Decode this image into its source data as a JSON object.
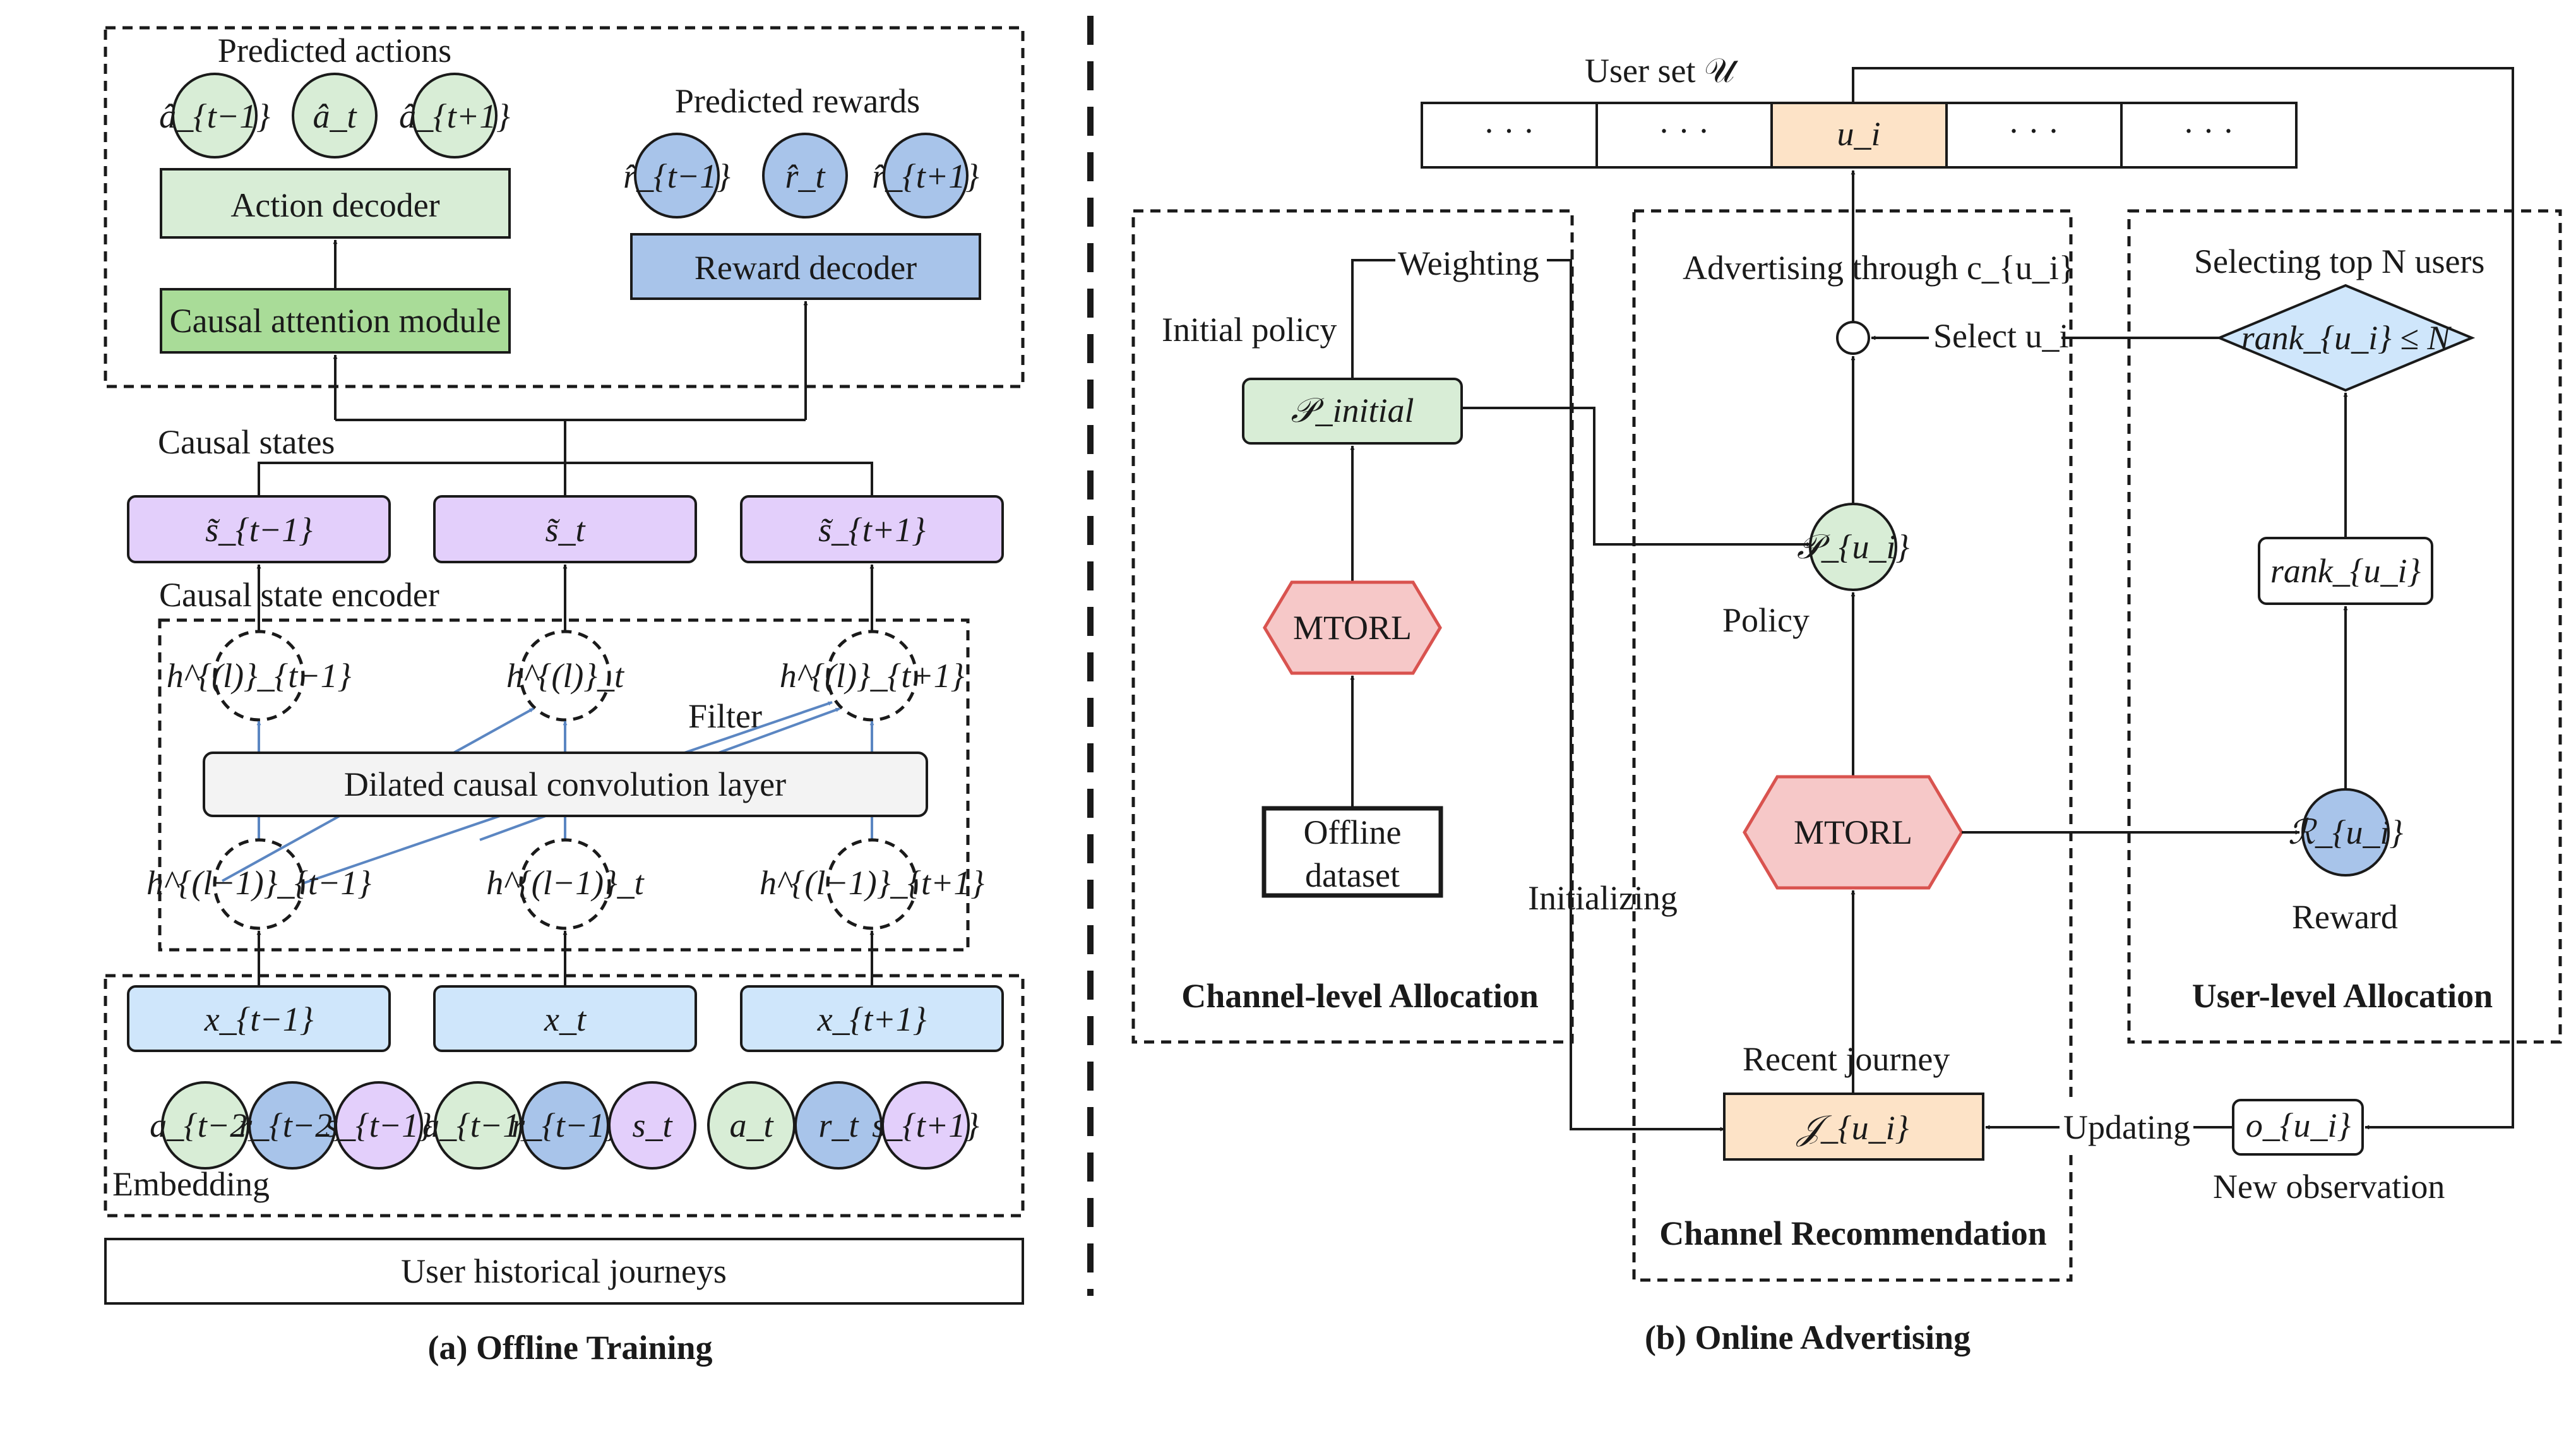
{
  "colors": {
    "green": "#d8edd6",
    "green_strong": "#a9dc98",
    "blue": "#a8c4ea",
    "light_blue": "#cfe6fb",
    "purple": "#e3cffb",
    "grey": "#c9c9c9",
    "peach": "#fde3c7",
    "pink": "#f6c8c8",
    "pink_stroke": "#d9534f",
    "diamond": "#cfe6fb",
    "arrow_blue": "#5b86c2"
  },
  "left": {
    "predicted_actions_label": "Predicted actions",
    "actions": [
      "â_{t−1}",
      "â_t",
      "â_{t+1}"
    ],
    "action_decoder": "Action decoder",
    "causal_attention": "Causal attention module",
    "predicted_rewards_label": "Predicted rewards",
    "rewards": [
      "r̂_{t−1}",
      "r̂_t",
      "r̂_{t+1}"
    ],
    "reward_decoder": "Reward decoder",
    "causal_states_label": "Causal states",
    "states": [
      "s̃_{t−1}",
      "s̃_t",
      "s̃_{t+1}"
    ],
    "encoder_label": "Causal state encoder",
    "hidden_top": [
      "h^{(l)}_{t−1}",
      "h^{(l)}_t",
      "h^{(l)}_{t+1}"
    ],
    "filter_label": "Filter",
    "dilated_layer": "Dilated causal convolution layer",
    "hidden_bottom": [
      "h^{(l−1)}_{t−1}",
      "h^{(l−1)}_t",
      "h^{(l−1)}_{t+1}"
    ],
    "inputs": [
      "x_{t−1}",
      "x_t",
      "x_{t+1}"
    ],
    "embedding_circles": [
      [
        "a_{t−2}",
        "r_{t−2}",
        "s_{t−1}"
      ],
      [
        "a_{t−1}",
        "r_{t−1}",
        "s_t"
      ],
      [
        "a_t",
        "r_t",
        "s_{t+1}"
      ]
    ],
    "embedding_label": "Embedding",
    "history_label": "User historical journeys",
    "caption": "(a) Offline Training"
  },
  "right": {
    "user_set_label": "User set 𝒰",
    "user_cells": [
      "· · ·",
      "· · ·",
      "u_i",
      "· · ·",
      "· · ·"
    ],
    "channel_level": {
      "weighting": "Weighting",
      "initial_policy_label": "Initial policy",
      "p_initial": "𝒫_initial",
      "mtorl": "MTORL",
      "offline_dataset_1": "Offline",
      "offline_dataset_2": "dataset",
      "caption": "Channel-level Allocation"
    },
    "channel_rec": {
      "advertising": "Advertising through c_{u_i}",
      "select": "Select u_i",
      "policy_node": "𝒫_{u_i}",
      "policy_label": "Policy",
      "mtorl": "MTORL",
      "initializing": "Initializing",
      "recent_journey": "Recent journey",
      "journey_node": "𝒥_{u_i}",
      "caption": "Channel Recommendation"
    },
    "user_level": {
      "selecting": "Selecting top N users",
      "diamond": "rank_{u_i} ≤ N",
      "rank_box": "rank_{u_i}",
      "reward_node": "ℛ_{u_i}",
      "reward_label": "Reward",
      "caption": "User-level Allocation"
    },
    "updating": "Updating",
    "observation_node": "o_{u_i}",
    "observation_label": "New observation",
    "caption": "(b) Online Advertising"
  }
}
